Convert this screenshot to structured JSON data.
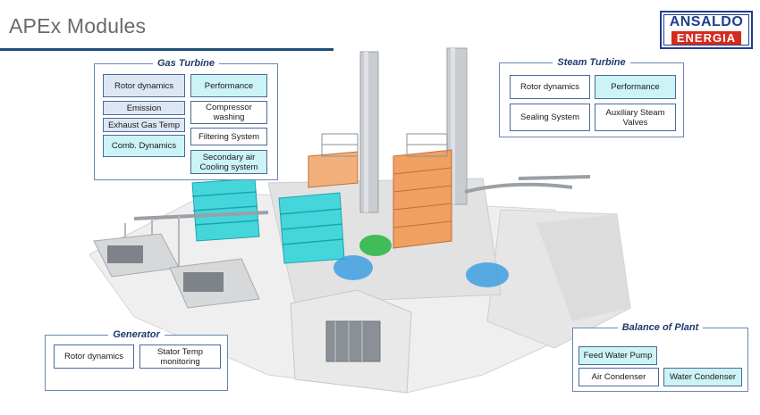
{
  "page": {
    "title": "APEx Modules"
  },
  "logo": {
    "line1": "ANSALDO",
    "line2": "ENERGIA"
  },
  "colors": {
    "accent_rule": "#1f4e79",
    "module_cyan": "#ccf3f5",
    "module_blue": "#dde6f3",
    "logo_red": "#d52b1e",
    "logo_blue": "#1f3f8f"
  },
  "panels": {
    "gas_turbine": {
      "title": "Gas Turbine",
      "modules": {
        "rotor_dynamics": "Rotor dynamics",
        "performance": "Performance",
        "emission": "Emission",
        "compressor_washing": "Compressor washing",
        "exhaust_gas_temp": "Exhaust Gas Temp",
        "comb_dynamics": "Comb. Dynamics",
        "filtering_system": "Filtering System",
        "secondary_air_cooling": "Secondary air Cooling system"
      }
    },
    "steam_turbine": {
      "title": "Steam Turbine",
      "modules": {
        "rotor_dynamics": "Rotor dynamics",
        "performance": "Performance",
        "sealing_system": "Sealing System",
        "auxiliary_steam_valves": "Auxiliary Steam Valves"
      }
    },
    "generator": {
      "title": "Generator",
      "modules": {
        "rotor_dynamics": "Rotor dynamics",
        "stator_temp_monitoring": "Stator Temp monitoring"
      }
    },
    "balance_of_plant": {
      "title": "Balance of Plant",
      "modules": {
        "feed_water_pump": "Feed Water Pump",
        "air_condenser": "Air Condenser",
        "water_condenser": "Water Condenser"
      }
    }
  }
}
